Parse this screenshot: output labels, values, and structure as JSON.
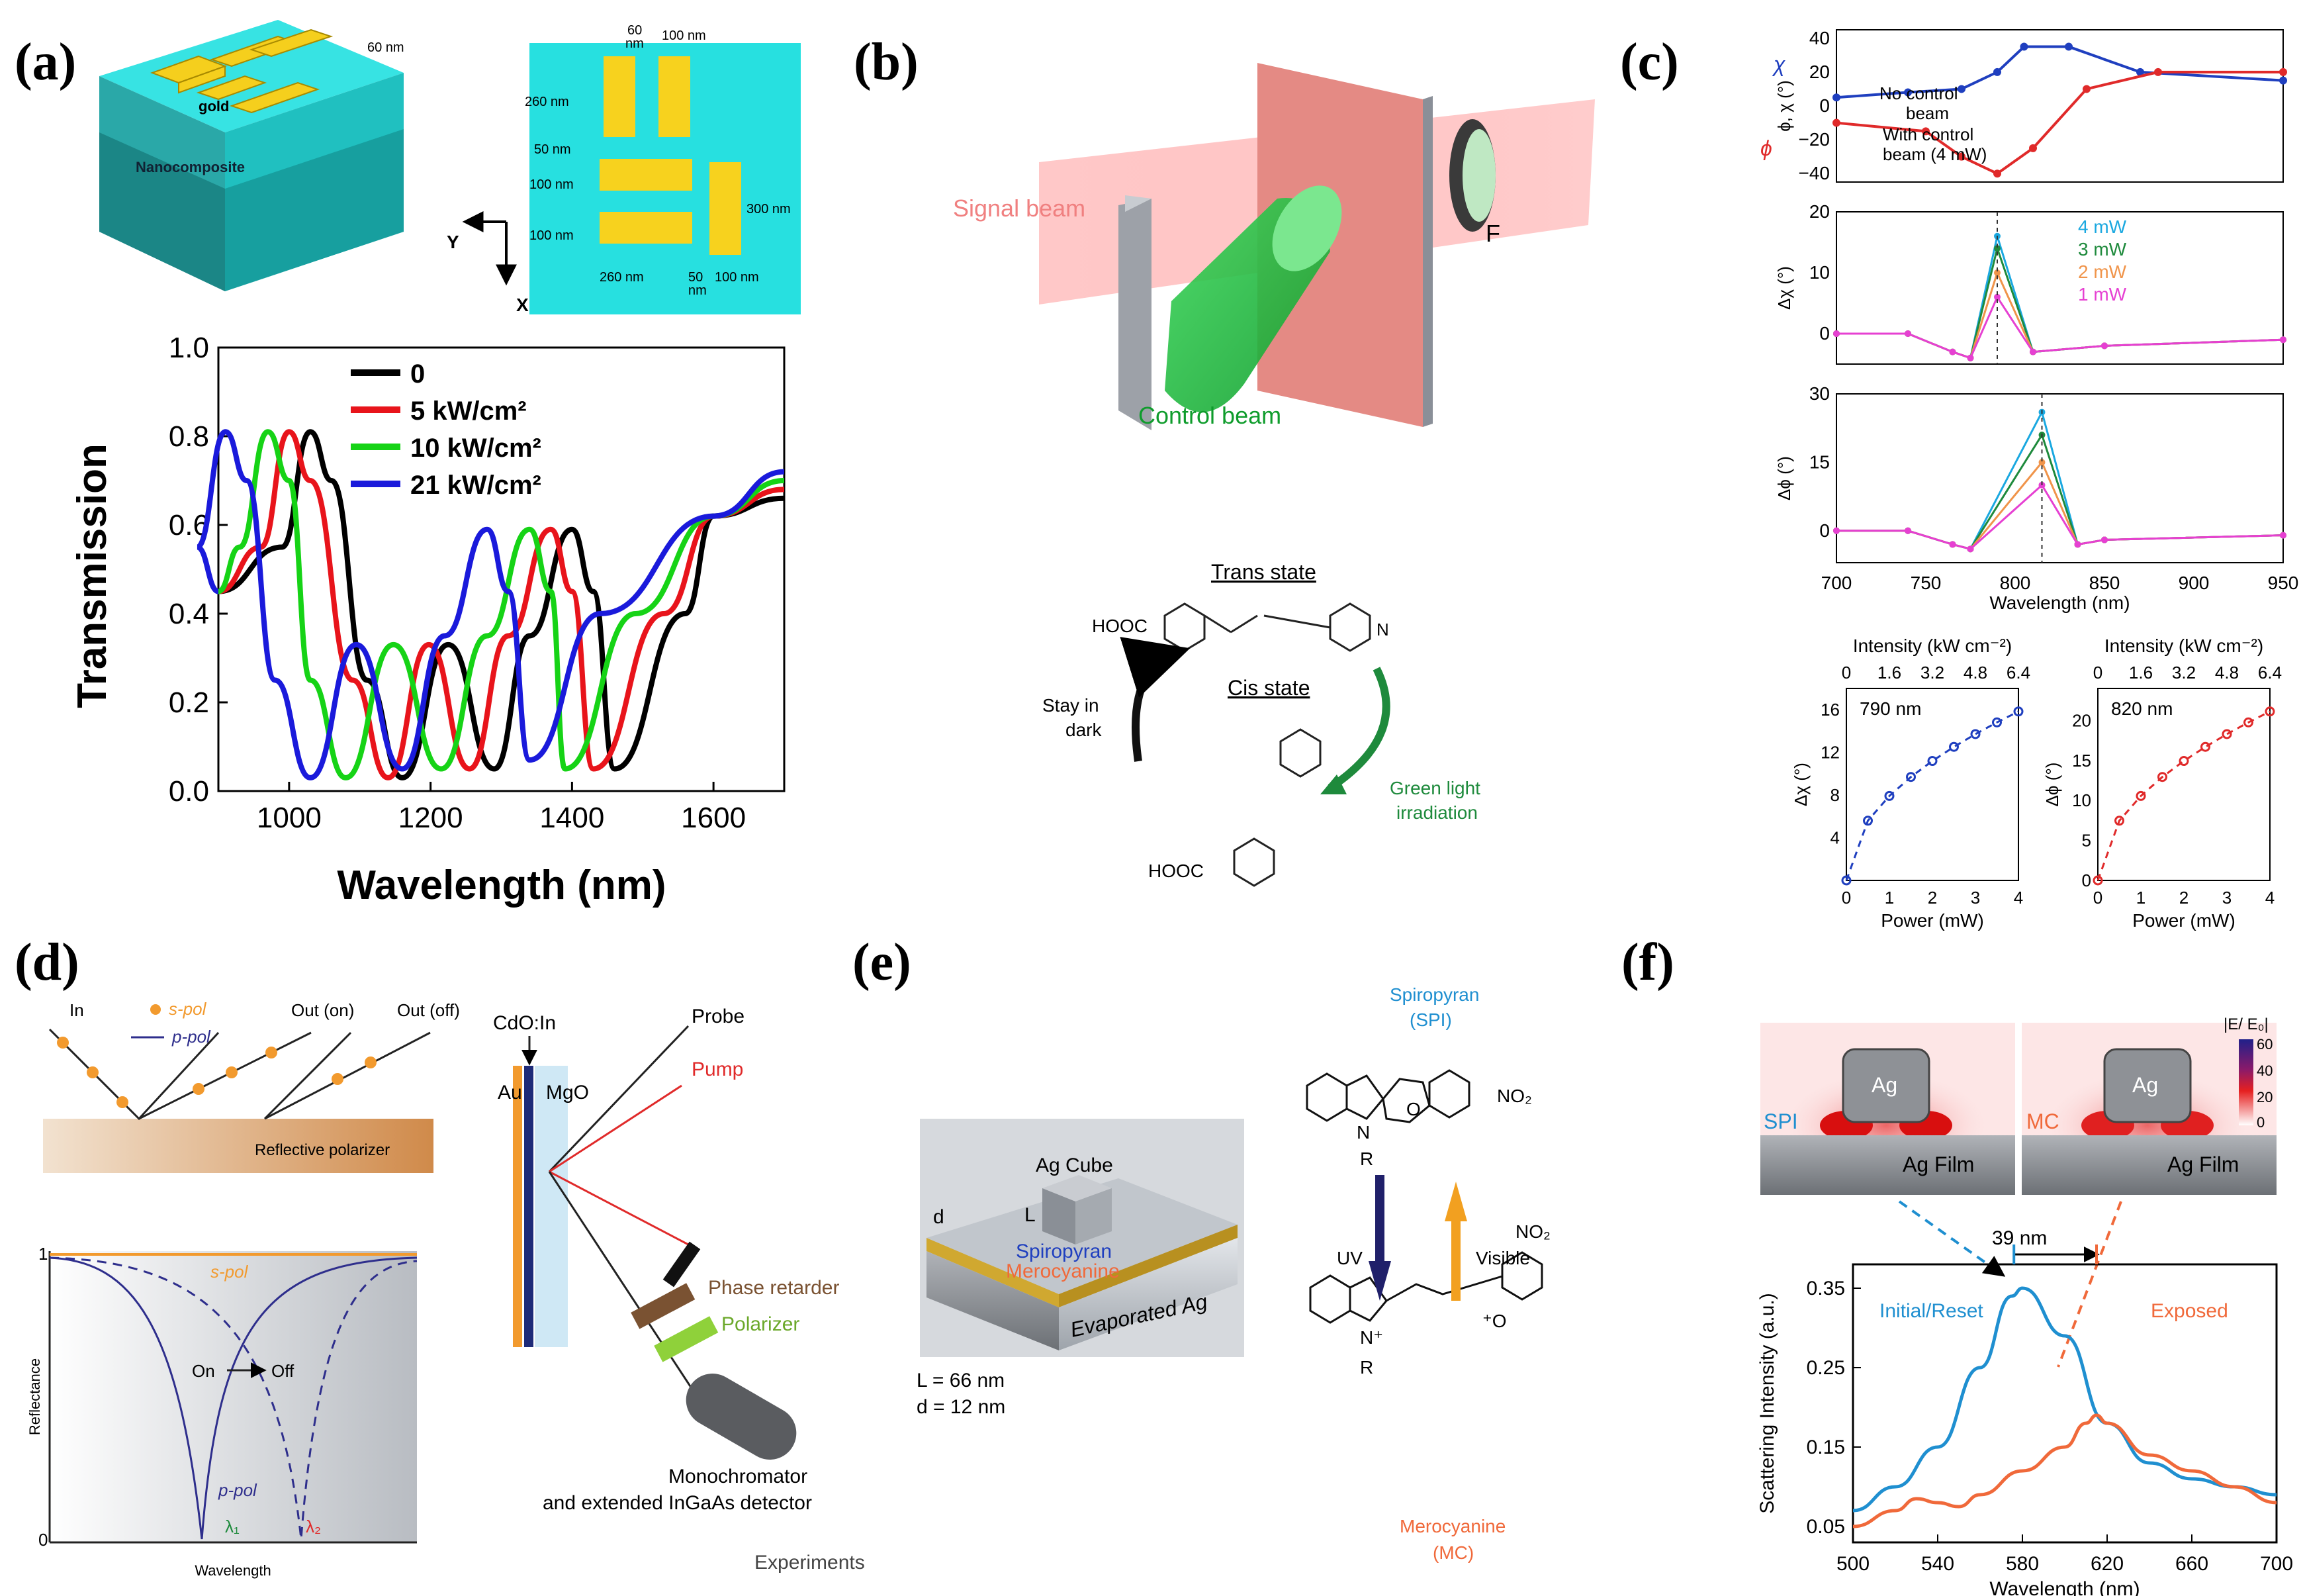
{
  "panel_letters": [
    "(a)",
    "(b)",
    "(c)",
    "(d)",
    "(e)",
    "(f)"
  ],
  "colors": {
    "black": "#000000",
    "red": "#e8141b",
    "green": "#16d316",
    "blue": "#1a1adb",
    "c_blue": "#1f3fbf",
    "c_red": "#e02a2a",
    "c_4mw": "#1aa8e0",
    "c_3mw": "#1e8a3c",
    "c_2mw": "#f0944a",
    "c_1mw": "#e640d2",
    "spi_blue": "#1f8fd0",
    "mc_orange": "#f0693a",
    "gold": "#f5d020",
    "cyan": "#27e0e0"
  },
  "a": {
    "schematic": {
      "thickness": "60 nm",
      "gold": "gold",
      "substrate": "Nanocomposite",
      "axis_y": "Y",
      "axis_x": "X",
      "dims": [
        "60",
        "nm",
        "100 nm",
        "260 nm",
        "50 nm",
        "100 nm",
        "100 nm",
        "300 nm",
        "260 nm",
        "50",
        "nm",
        "100 nm"
      ]
    },
    "chart": {
      "type": "line",
      "xlabel": "Wavelength (nm)",
      "ylabel": "Transmission",
      "xlim": [
        900,
        1700
      ],
      "ylim": [
        0.0,
        1.0
      ],
      "xticks": [
        "1000",
        "1200",
        "1400",
        "1600"
      ],
      "yticks": [
        "0.0",
        "0.2",
        "0.4",
        "0.6",
        "0.8",
        "1.0"
      ],
      "legend": [
        "0",
        "5 kW/cm²",
        "10 kW/cm²",
        "21 kW/cm²"
      ],
      "series": [
        {
          "name": "0",
          "color": "#000000",
          "peaks": [
            [
              1030,
              0.81
            ],
            [
              1400,
              0.59
            ]
          ],
          "dips": [
            [
              1160,
              0.03
            ],
            [
              1290,
              0.05
            ],
            [
              1460,
              0.05
            ]
          ]
        },
        {
          "name": "5 kW/cm²",
          "color": "#e8141b",
          "peaks": [
            [
              1000,
              0.81
            ],
            [
              1370,
              0.59
            ]
          ],
          "dips": [
            [
              1140,
              0.03
            ],
            [
              1255,
              0.05
            ],
            [
              1430,
              0.05
            ]
          ]
        },
        {
          "name": "10 kW/cm²",
          "color": "#16d316",
          "peaks": [
            [
              970,
              0.81
            ],
            [
              1340,
              0.59
            ]
          ],
          "dips": [
            [
              1080,
              0.03
            ],
            [
              1215,
              0.05
            ],
            [
              1390,
              0.05
            ]
          ]
        },
        {
          "name": "21 kW/cm²",
          "color": "#1a1adb",
          "peaks": [
            [
              910,
              0.81
            ],
            [
              1280,
              0.59
            ]
          ],
          "dips": [
            [
              1030,
              0.03
            ],
            [
              1160,
              0.05
            ],
            [
              1340,
              0.07
            ]
          ]
        }
      ]
    }
  },
  "b": {
    "signal_beam": "Signal beam",
    "control_beam": "Control beam",
    "filter": "F",
    "trans_state": "Trans state",
    "cis_state": "Cis state",
    "stay_dark": [
      "Stay in",
      "dark"
    ],
    "green_light": [
      "Green light",
      "irradiation"
    ],
    "hooc": "HOOC"
  },
  "c": {
    "top": {
      "ylabel": "ϕ, χ (°)",
      "yticks": [
        "40",
        "20",
        "0",
        "−20",
        "−40"
      ],
      "chi": "χ",
      "phi": "ϕ",
      "annot_1": [
        "No control",
        "beam"
      ],
      "annot_2": [
        "With control",
        "beam (4 mW)"
      ]
    },
    "mid1": {
      "ylabel": "Δχ (°)",
      "yticks": [
        "20",
        "10",
        "0"
      ],
      "legend": [
        "4 mW",
        "3 mW",
        "2 mW",
        "1 mW"
      ]
    },
    "mid2": {
      "ylabel": "Δϕ (°)",
      "yticks": [
        "30",
        "15",
        "0"
      ]
    },
    "xticks": [
      "700",
      "750",
      "800",
      "850",
      "900",
      "950"
    ],
    "xlabel": "Wavelength (nm)",
    "inset_left": {
      "label": "790 nm",
      "top_axis": "Intensity (kW cm⁻²)",
      "top_ticks": [
        "0",
        "1.6",
        "3.2",
        "4.8",
        "6.4"
      ],
      "ylabel": "Δχ (°)",
      "yticks": [
        "16",
        "12",
        "8",
        "4"
      ],
      "xticks": [
        "0",
        "1",
        "2",
        "3",
        "4"
      ],
      "xlabel": "Power (mW)"
    },
    "inset_right": {
      "label": "820 nm",
      "top_axis": "Intensity (kW cm⁻²)",
      "top_ticks": [
        "0",
        "1.6",
        "3.2",
        "4.8",
        "6.4"
      ],
      "ylabel": "Δϕ (°)",
      "yticks": [
        "20",
        "15",
        "10",
        "5",
        "0"
      ],
      "xticks": [
        "0",
        "1",
        "2",
        "3",
        "4"
      ],
      "xlabel": "Power (mW)"
    }
  },
  "d": {
    "in": "In",
    "spol": "s-pol",
    "ppol": "p-pol",
    "out_on": "Out (on)",
    "out_off": "Out (off)",
    "polarizer": "Reflective polarizer",
    "ylabel": "Reflectance",
    "xlabel": "Wavelength",
    "y1": "1",
    "y0": "0",
    "on": "On",
    "off": "Off",
    "lambda1": "λ₁",
    "lambda2": "λ₂",
    "cdo": "CdO:In",
    "au": "Au",
    "mgo": "MgO",
    "probe": "Probe",
    "pump": "Pump",
    "phase": "Phase retarder",
    "polarizer2": "Polarizer",
    "mono1": "Monochromator",
    "mono2": "and extended InGaAs detector",
    "experiments": "Experiments"
  },
  "e": {
    "ag_cube": "Ag Cube",
    "l": "L",
    "d": "d",
    "spiropyran": "Spiropyran",
    "merocyanine": "Merocyanine",
    "evap": "Evaporated Ag",
    "l_val": "L = 66 nm",
    "d_val": "d = 12 nm",
    "spi_name": "Spiropyran",
    "spi_abbr": "(SPI)",
    "no2": "NO₂",
    "o": "O",
    "n": "N",
    "r": "R",
    "uv": "UV",
    "visible": "Visible",
    "nplus": "N⁺",
    "ominus": "⁺O",
    "mc_name": "Merocyanine",
    "mc_abbr": "(MC)"
  },
  "f": {
    "colorbar_title": "|E/ E₀|",
    "cb_ticks": [
      "60",
      "40",
      "20",
      "0"
    ],
    "ag": "Ag",
    "spi": "SPI",
    "mc": "MC",
    "ag_film": "Ag Film",
    "shift": "39 nm",
    "chart": {
      "type": "line",
      "xlabel": "Wavelength (nm)",
      "ylabel": "Scattering Intensity (a.u.)",
      "xlim": [
        500,
        700
      ],
      "ylim": [
        0.03,
        0.38
      ],
      "xticks": [
        "500",
        "540",
        "580",
        "620",
        "660",
        "700"
      ],
      "yticks": [
        "0.05",
        "0.15",
        "0.25",
        "0.35"
      ],
      "series": [
        {
          "name": "Initial/Reset",
          "color": "#1f8fd0",
          "x": [
            500,
            520,
            540,
            560,
            575,
            580,
            600,
            620,
            640,
            660,
            680,
            700
          ],
          "y": [
            0.07,
            0.1,
            0.15,
            0.25,
            0.34,
            0.35,
            0.29,
            0.18,
            0.13,
            0.11,
            0.1,
            0.09
          ]
        },
        {
          "name": "Exposed",
          "color": "#f0693a",
          "x": [
            500,
            520,
            530,
            540,
            550,
            560,
            580,
            600,
            610,
            615,
            620,
            640,
            660,
            680,
            700
          ],
          "y": [
            0.05,
            0.07,
            0.085,
            0.08,
            0.075,
            0.09,
            0.12,
            0.15,
            0.18,
            0.19,
            0.18,
            0.14,
            0.12,
            0.1,
            0.08
          ]
        }
      ]
    }
  }
}
